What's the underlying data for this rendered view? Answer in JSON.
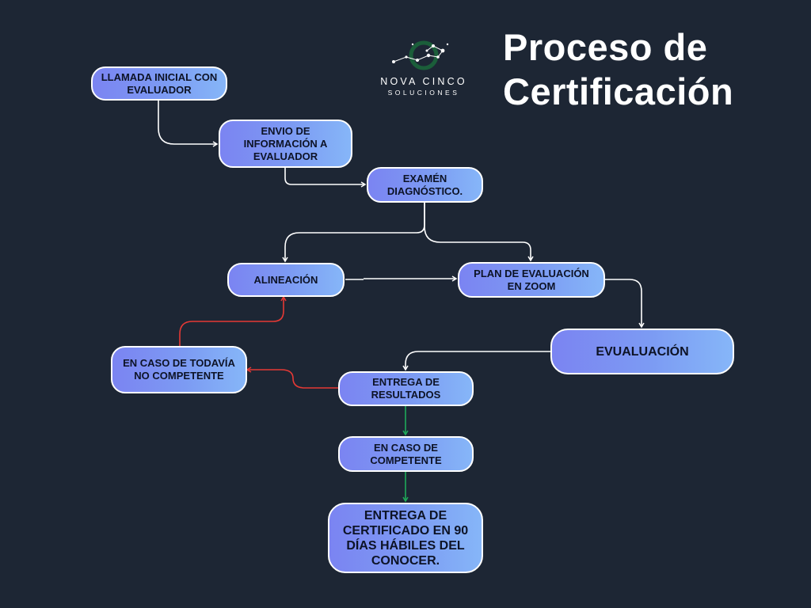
{
  "title": {
    "line1": "Proceso de",
    "line2": "Certificación"
  },
  "logo": {
    "name": "NOVA CINCO",
    "subtitle": "SOLUCIONES"
  },
  "nodes": {
    "llamada": "LLAMADA INICIAL CON EVALUADOR",
    "envio": "ENVIO DE INFORMACIÓN A EVALUADOR",
    "examen": "EXAMÉN DIAGNÓSTICO.",
    "alineacion": "ALINEACIÓN",
    "plan": "PLAN DE EVALUACIÓN EN ZOOM",
    "evaluacion": "EVUALUACIÓN",
    "no_competente": "EN CASO DE TODAVÍA NO COMPETENTE",
    "entrega_resultados": "ENTREGA DE RESULTADOS",
    "competente": "EN CASO DE COMPETENTE",
    "certificado": "ENTREGA DE CERTIFICADO EN 90 DÍAS HÁBILES DEL CONOCER."
  },
  "colors": {
    "background": "#1d2634",
    "arrow_default": "#ffffff",
    "arrow_not_competent": "#e53935",
    "arrow_competent": "#1faa59",
    "node_gradient_start": "#7b84f2",
    "node_gradient_end": "#86b6f8"
  }
}
